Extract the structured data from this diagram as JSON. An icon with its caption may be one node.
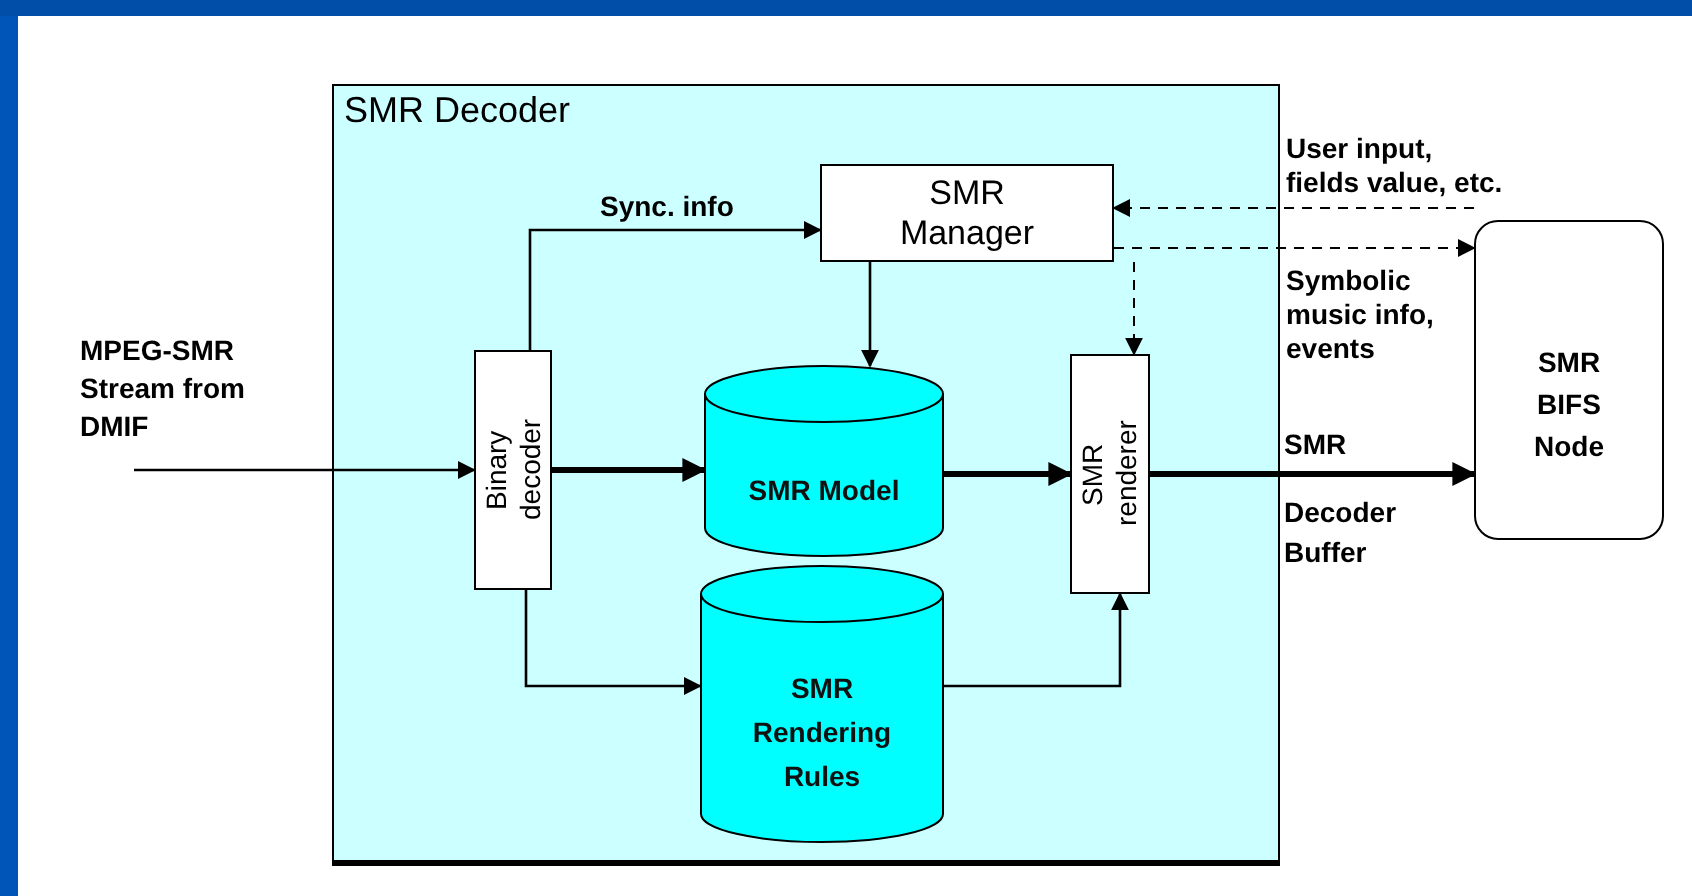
{
  "diagram": {
    "nodes": [
      {
        "text": [
          "SMR Decoder"
        ]
      },
      {
        "text": [
          "MPEG-SMR Stream from DMIF"
        ]
      },
      {
        "text": [
          "Binary decoder"
        ],
        "in": 0
      },
      {
        "text": [
          "SMR Manager"
        ],
        "in": 0
      },
      {
        "text": [
          "SMR Model"
        ],
        "in": 0
      },
      {
        "text": [
          "SMR renderer"
        ],
        "in": 0
      },
      {
        "text": [
          "SMR Rendering Rules"
        ],
        "in": 0
      },
      {
        "text": [
          "SMR BIFS Node"
        ]
      }
    ],
    "edges": [
      {
        "from": 1,
        "to": 2,
        "arrow": "to"
      },
      {
        "from": 2,
        "to": 3,
        "arrow": "to",
        "label": "Sync. info"
      },
      {
        "from": 3,
        "to": 4,
        "arrow": "to"
      },
      {
        "from": 2,
        "to": 4,
        "arrow": "to",
        "style": "thick"
      },
      {
        "from": 4,
        "to": 5,
        "arrow": "to",
        "style": "thick"
      },
      {
        "from": 3,
        "to": 5,
        "arrow": "to",
        "style": "dashed"
      },
      {
        "from": 7,
        "to": 3,
        "arrow": "to",
        "style": "dashed",
        "label": "User input, fields value, etc."
      },
      {
        "from": 3,
        "to": 7,
        "arrow": "to",
        "style": "dashed",
        "label": "Symbolic music info, events"
      },
      {
        "from": 5,
        "to": 7,
        "arrow": "to",
        "style": "thick"
      },
      {
        "from": 2,
        "to": 6,
        "arrow": "to"
      },
      {
        "from": 6,
        "to": 5,
        "arrow": "to"
      }
    ],
    "labels": [
      "SMR",
      "Decoder Buffer"
    ]
  }
}
